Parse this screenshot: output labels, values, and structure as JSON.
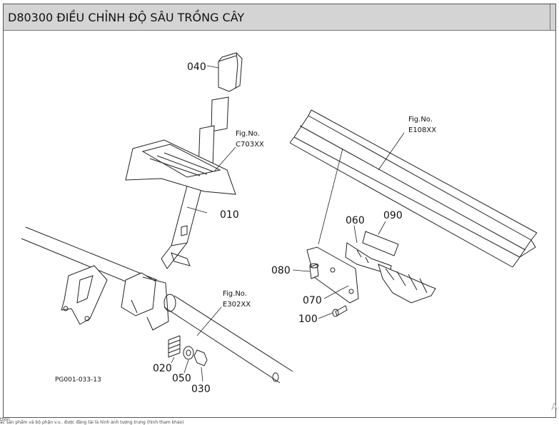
{
  "header": {
    "title": "D80300 ĐIỀU CHỈNH ĐỘ SÂU TRỒNG CÂY"
  },
  "callouts": [
    {
      "id": "p040",
      "label": "040"
    },
    {
      "id": "p010",
      "label": "010"
    },
    {
      "id": "p020",
      "label": "020"
    },
    {
      "id": "p050",
      "label": "050"
    },
    {
      "id": "p030",
      "label": "030"
    },
    {
      "id": "p060",
      "label": "060"
    },
    {
      "id": "p090",
      "label": "090"
    },
    {
      "id": "p080",
      "label": "080"
    },
    {
      "id": "p070",
      "label": "070"
    },
    {
      "id": "p100",
      "label": "100"
    }
  ],
  "figure_refs": [
    {
      "id": "c703",
      "title": "Fig.No.",
      "code": "C703XX"
    },
    {
      "id": "e108",
      "title": "Fig.No.",
      "code": "E108XX"
    },
    {
      "id": "e302",
      "title": "Fig.No.",
      "code": "E302XX"
    }
  ],
  "diagram_code": "PG001-033-13",
  "footer": {
    "line1": "thôn",
    "line2": "ác sản phẩm và bộ phận v.v.. được đăng tải là hình ảnh tượng trưng (hình tham khảo)"
  },
  "corner_mark": "A"
}
